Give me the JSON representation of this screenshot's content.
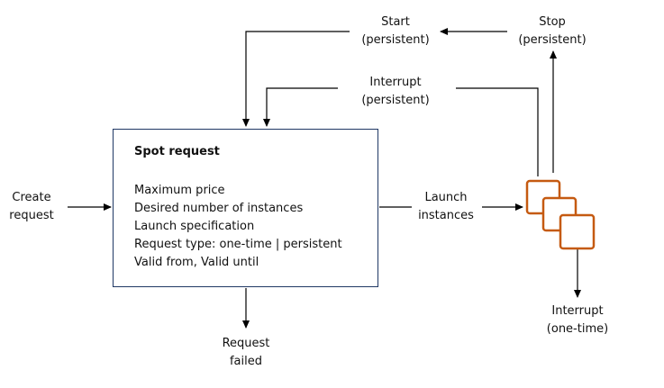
{
  "diagram": {
    "spot_request": {
      "title": "Spot request",
      "fields": [
        "Maximum price",
        "Desired number of instances",
        "Launch specification",
        "Request type: one-time | persistent",
        "Valid from, Valid until"
      ]
    },
    "create_request": [
      "Create",
      "request"
    ],
    "request_failed": [
      "Request",
      "failed"
    ],
    "launch_instances": [
      "Launch",
      "instances"
    ],
    "start_persistent": [
      "Start",
      "(persistent)"
    ],
    "stop_persistent": [
      "Stop",
      "(persistent)"
    ],
    "interrupt_persistent": [
      "Interrupt",
      "(persistent)"
    ],
    "interrupt_one_time": [
      "Interrupt",
      "(one-time)"
    ],
    "colors": {
      "box_border": "#1f3864",
      "instance": "#c55a11",
      "arrow": "#000000"
    }
  }
}
